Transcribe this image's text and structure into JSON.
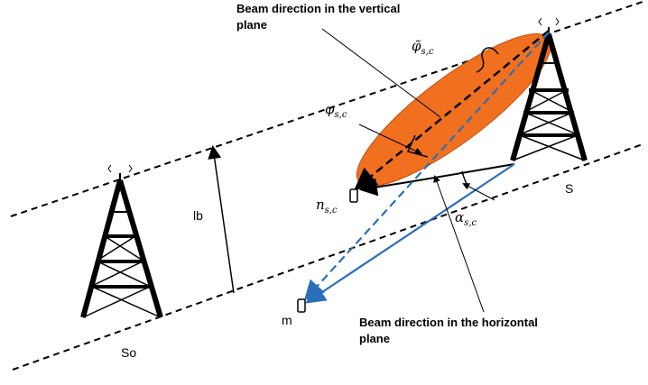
{
  "labels": {
    "vertical_line1": "Beam direction in the vertical",
    "vertical_line2": "plane",
    "horizontal_line1": "Beam direction in the horizontal",
    "horizontal_line2": "plane",
    "tower_serving": "S",
    "tower_other": "So",
    "user_m": "m",
    "distance": "lb",
    "phi_tilde": "φ̃",
    "phi_tilde_sub": "s,c",
    "phi": "φ",
    "phi_sub": "s,c",
    "alpha": "α",
    "alpha_sub": "s,c",
    "n_user": "n",
    "n_user_sub": "s,c"
  },
  "colors": {
    "beam_fill": "#f07020",
    "blue_arrow": "#2a6fb8",
    "lines": "#000000"
  }
}
